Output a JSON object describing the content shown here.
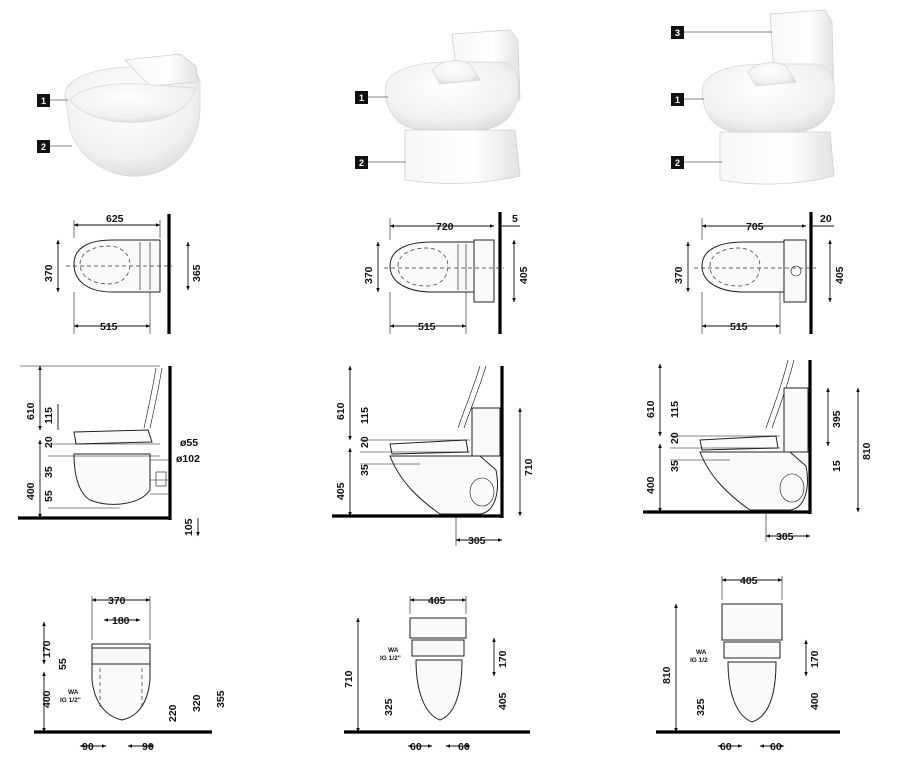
{
  "variants": [
    {
      "badges": [
        "1",
        "2"
      ],
      "plan": {
        "width": "625",
        "depth_seat": "515",
        "left_h": "370",
        "right_h": "365"
      },
      "side": {
        "total": "610",
        "a": "115",
        "b": "20",
        "c": "35",
        "d": "55",
        "height": "400",
        "floor": "105",
        "d1": "ø55",
        "d2": "ø102"
      },
      "front": {
        "width": "370",
        "inner": "180",
        "top": "170",
        "b": "55",
        "h": "400",
        "r1": "220",
        "r2": "320",
        "r3": "355",
        "wa": "WA",
        "ig": "IG 1/2\"",
        "l": "90",
        "r": "90"
      }
    },
    {
      "badges": [
        "1",
        "2"
      ],
      "plan": {
        "width": "720",
        "depth_seat": "515",
        "left_h": "370",
        "right_h": "405",
        "gap": "5"
      },
      "side": {
        "total": "610",
        "a": "115",
        "b": "20",
        "c": "35",
        "height": "405",
        "tank": "710",
        "outlet": "305"
      },
      "front": {
        "width": "405",
        "top": "170",
        "h": "710",
        "low": "325",
        "right": "405",
        "wa": "WA",
        "ig": "IG 1/2\"",
        "l": "60",
        "r": "60"
      }
    },
    {
      "badges": [
        "1",
        "2",
        "3"
      ],
      "plan": {
        "width": "705",
        "depth_seat": "515",
        "left_h": "370",
        "right_h": "405",
        "gap": "20"
      },
      "side": {
        "total": "610",
        "a": "115",
        "b": "20",
        "c": "35",
        "height": "400",
        "tank_top": "395",
        "tank": "810",
        "floor": "15",
        "outlet": "305"
      },
      "front": {
        "width": "405",
        "top": "170",
        "h": "810",
        "low": "325",
        "right": "400",
        "wa": "WA",
        "ig": "IG 1/2",
        "l": "60",
        "r": "60"
      }
    }
  ]
}
